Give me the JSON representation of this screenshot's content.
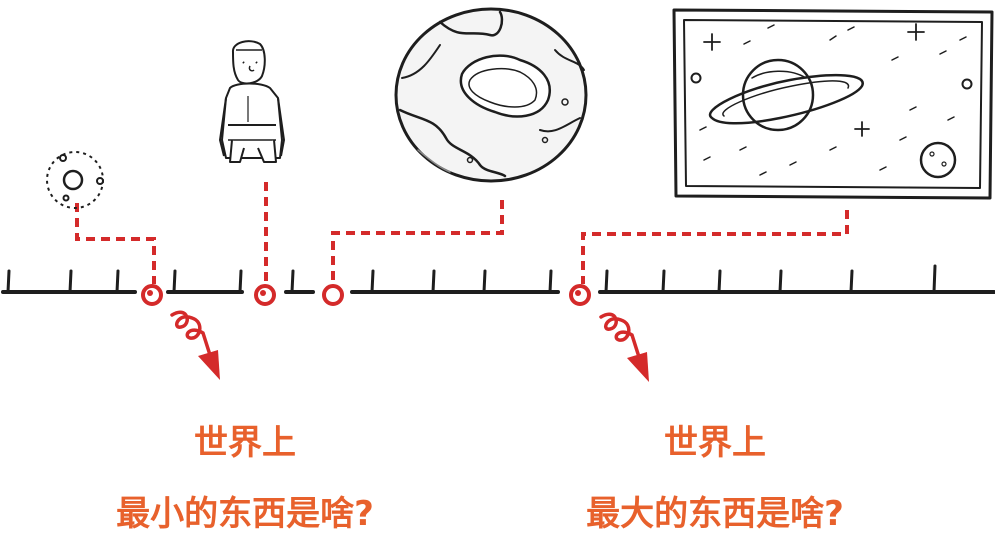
{
  "captions": {
    "left": {
      "line1": "世界上",
      "line2": "最小的东西是啥?"
    },
    "right": {
      "line1": "世界上",
      "line2": "最大的东西是啥?"
    }
  },
  "colors": {
    "accent_red": "#d42a2a",
    "caption_orange": "#e8612c",
    "ink": "#1e1e1e",
    "grey": "#dcdcdc"
  },
  "icons": {
    "atom": "small-particle-icon",
    "person": "human-figure-icon",
    "planet": "planet-icon",
    "universe": "space-frame-icon",
    "arrows": "curly-arrow-icon"
  }
}
